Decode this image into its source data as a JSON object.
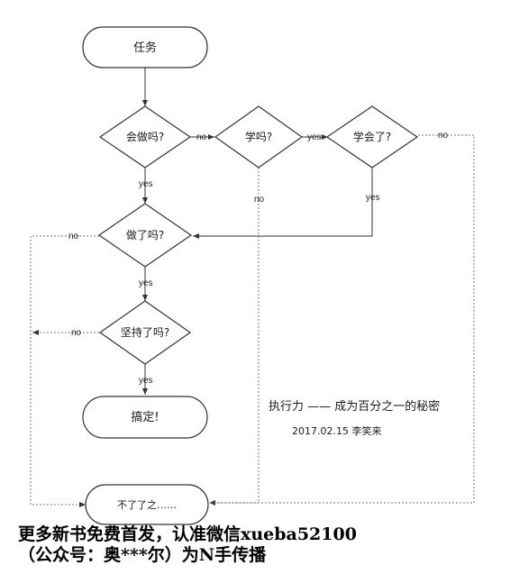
{
  "nodes": {
    "task": "任务",
    "can_do": "会做吗?",
    "learn": "学吗?",
    "learned": "学会了?",
    "done": "做了吗?",
    "persist": "坚持了吗?",
    "success": "搞定!",
    "end": "不了了之……"
  },
  "edge_labels": {
    "can_do_no": "no",
    "learn_yes": "yes",
    "learned_no": "no",
    "can_do_yes": "yes",
    "learn_no": "no",
    "learned_yes": "yes",
    "done_no": "no",
    "done_yes": "yes",
    "persist_no": "no",
    "persist_yes": "yes"
  },
  "note": {
    "title": "执行力 —— 成为百分之一的秘密",
    "signature": "2017.02.15 李笑来"
  },
  "footer": {
    "line1": "更多新书免费首发，认准微信xueba52100",
    "line2": "（公众号：奥***尔）为N手传播"
  }
}
